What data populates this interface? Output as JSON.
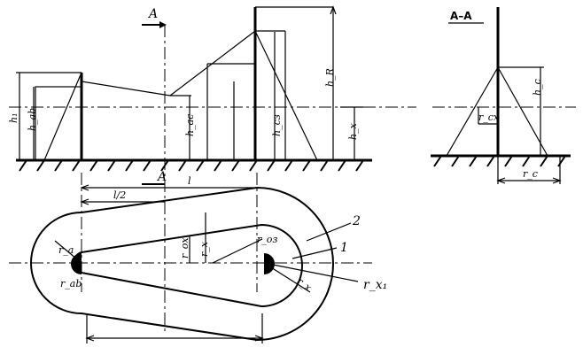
{
  "elevation": {
    "section_mark": "A",
    "labels": {
      "h1": "h₁",
      "h_ab": "h_ab",
      "h_ac": "h_ac",
      "h_cs": "h_cз",
      "h_r": "h_R",
      "h_x": "h_x"
    }
  },
  "section": {
    "title": "A–A",
    "labels": {
      "h_c": "h_c",
      "r_cx": "r_cx",
      "r_c": "r_c"
    }
  },
  "plan": {
    "section_mark": "A",
    "labels": {
      "l": "l",
      "l_half": "l/2",
      "r_a": "r_a",
      "r_ab": "r_ab",
      "r_ox": "r_oх",
      "r_x": "r_x",
      "r_oz": "r_oз",
      "r_x2": "r_x",
      "r_x1": "r_x₁",
      "callout_2": "2",
      "callout_1": "1"
    }
  }
}
